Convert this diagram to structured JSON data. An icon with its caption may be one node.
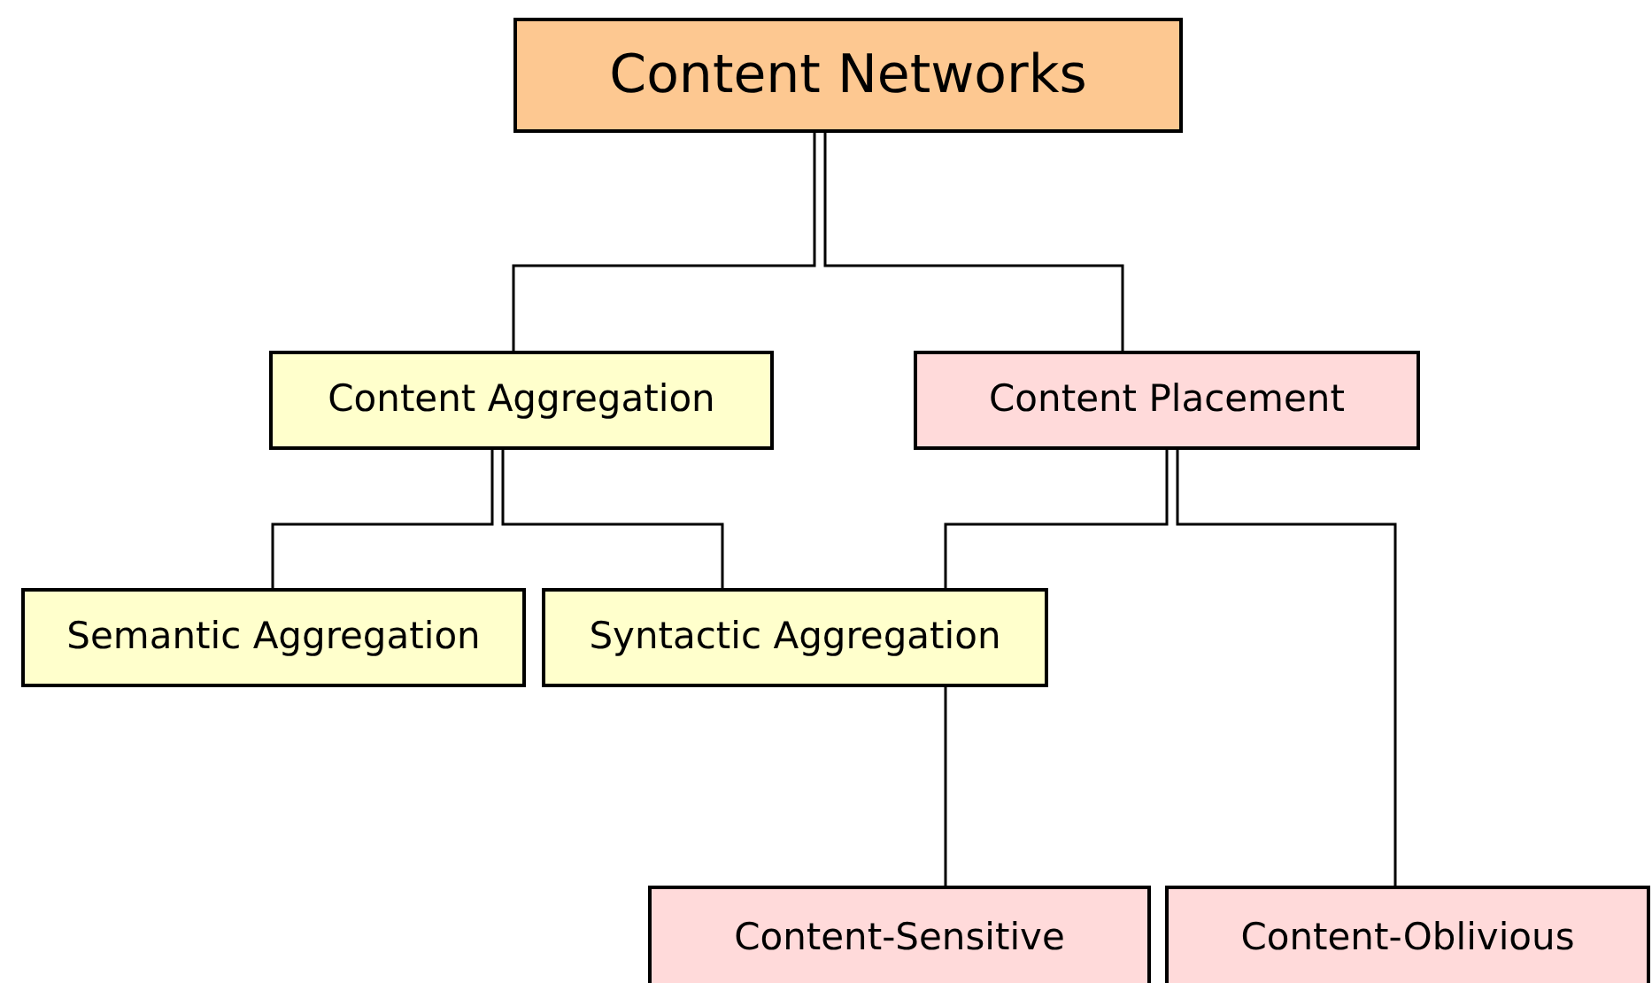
{
  "diagram": {
    "nodes": [
      {
        "text": [
          "Content Networks"
        ]
      },
      {
        "text": [
          "Content Aggregation"
        ]
      },
      {
        "text": [
          "Content Placement"
        ]
      },
      {
        "text": [
          "Semantic Aggregation"
        ]
      },
      {
        "text": [
          "Syntactic Aggregation"
        ]
      },
      {
        "text": [
          "Content-Sensitive"
        ]
      },
      {
        "text": [
          "Content-Oblivious"
        ]
      }
    ],
    "edges": [
      {
        "from": 0,
        "to": 1,
        "arrow": "none"
      },
      {
        "from": 0,
        "to": 2,
        "arrow": "none"
      },
      {
        "from": 1,
        "to": 3,
        "arrow": "none"
      },
      {
        "from": 1,
        "to": 4,
        "arrow": "none"
      },
      {
        "from": 2,
        "to": 4,
        "arrow": "none"
      },
      {
        "from": 2,
        "to": 6,
        "arrow": "none"
      },
      {
        "from": 4,
        "to": 5,
        "arrow": "none"
      }
    ]
  }
}
